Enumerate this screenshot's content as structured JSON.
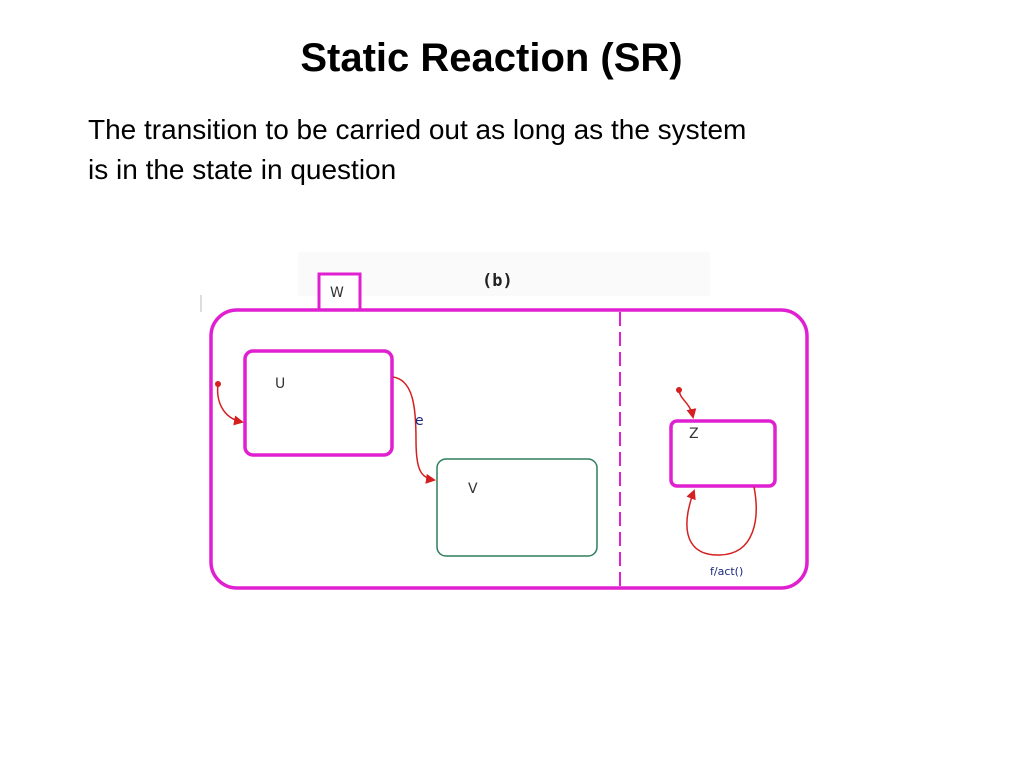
{
  "slide": {
    "title": "Static Reaction (SR)",
    "body_lines": [
      "The transition to be carried out as long as the system",
      "is in the state in question"
    ]
  },
  "diagram": {
    "panel_label": "(b)",
    "superstate": {
      "label": "W"
    },
    "states": [
      {
        "id": "U",
        "label": "U"
      },
      {
        "id": "V",
        "label": "V"
      },
      {
        "id": "Z",
        "label": "Z"
      }
    ],
    "transitions": [
      {
        "from": "U",
        "to": "V",
        "label": "e"
      },
      {
        "from": "Z",
        "to": "Z",
        "label": "f/act()"
      }
    ],
    "colors": {
      "state_border": "#e020d0",
      "inactive_state_border": "#2e7d5b",
      "arrow": "#d42020",
      "divider": "#e020d0"
    }
  }
}
